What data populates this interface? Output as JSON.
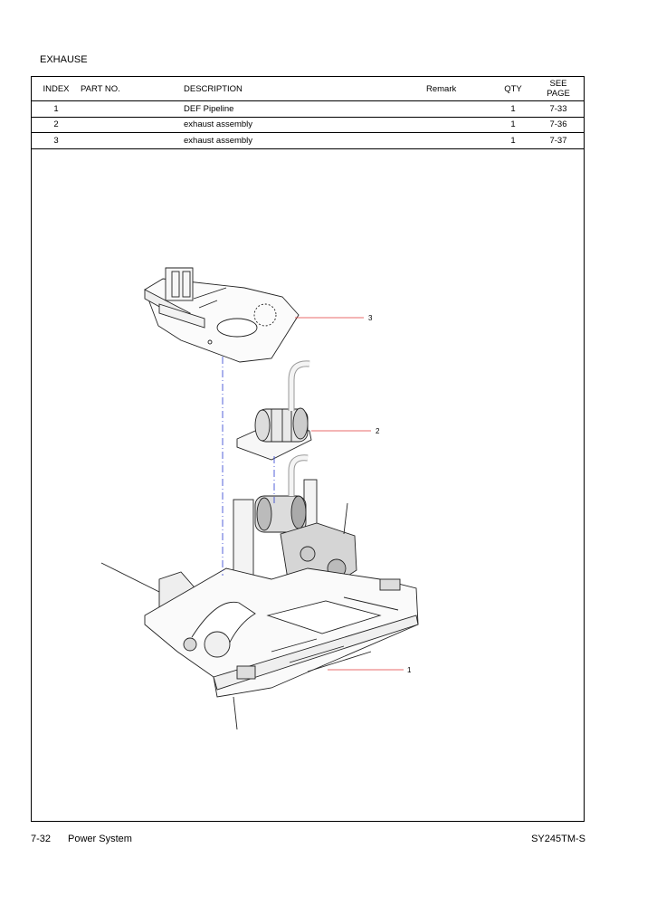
{
  "section_title": "EXHAUSE",
  "table": {
    "headers": {
      "index": "INDEX",
      "part_no": "PART NO.",
      "description": "DESCRIPTION",
      "remark": "Remark",
      "qty": "QTY",
      "see_page_line1": "SEE",
      "see_page_line2": "PAGE"
    },
    "rows": [
      {
        "index": "1",
        "part_no": "",
        "description": "DEF Pipeline",
        "remark": "",
        "qty": "1",
        "see_page": "7-33"
      },
      {
        "index": "2",
        "part_no": "",
        "description": "exhaust assembly",
        "remark": "",
        "qty": "1",
        "see_page": "7-36"
      },
      {
        "index": "3",
        "part_no": "",
        "description": "exhaust assembly",
        "remark": "",
        "qty": "1",
        "see_page": "7-37"
      }
    ]
  },
  "callouts": [
    "3",
    "2",
    "1"
  ],
  "footer": {
    "page_number": "7-32",
    "section": "Power System",
    "model": "SY245TM-S"
  }
}
